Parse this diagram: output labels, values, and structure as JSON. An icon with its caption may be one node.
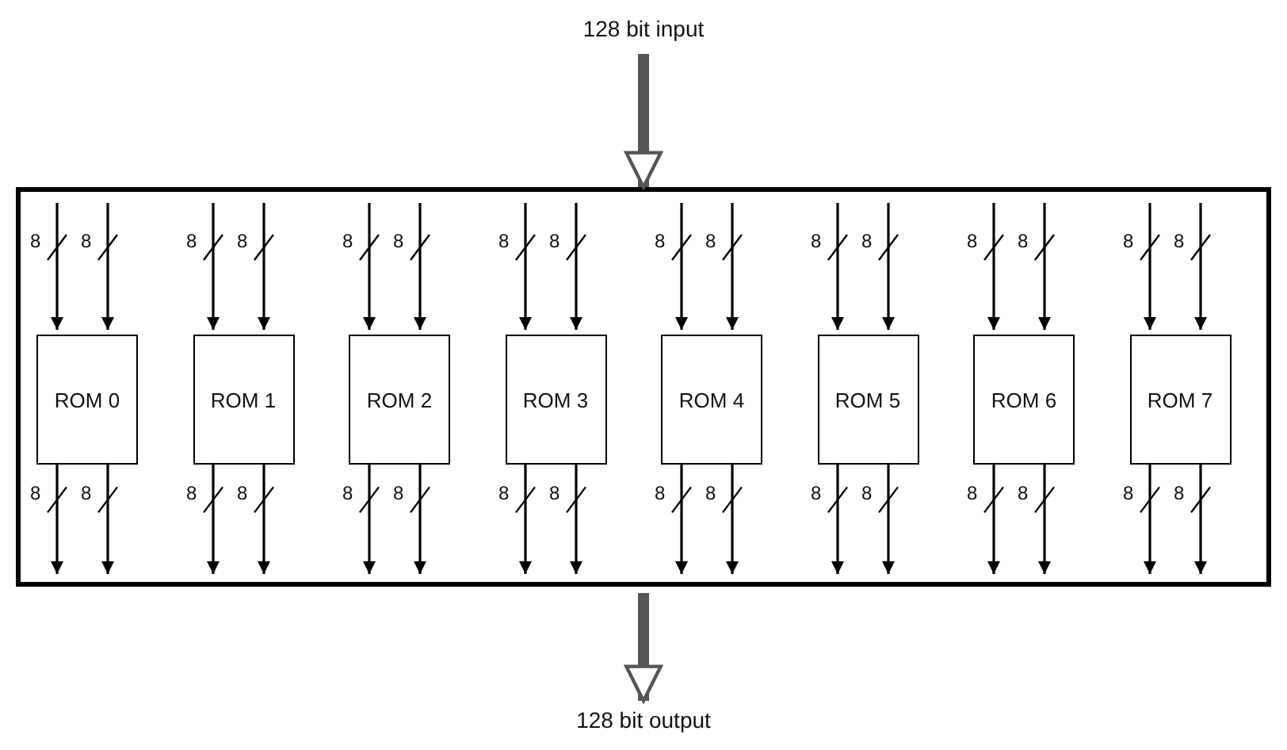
{
  "diagram": {
    "nodes": [
      {
        "text": [
          "128 bit input"
        ]
      },
      {
        "text": [],
        "shape": "box"
      },
      {
        "text": [
          "ROM 0"
        ],
        "in": 1
      },
      {
        "text": [
          "ROM 1"
        ],
        "in": 1
      },
      {
        "text": [
          "ROM 2"
        ],
        "in": 1
      },
      {
        "text": [
          "ROM 3"
        ],
        "in": 1
      },
      {
        "text": [
          "ROM 4"
        ],
        "in": 1
      },
      {
        "text": [
          "ROM 5"
        ],
        "in": 1
      },
      {
        "text": [
          "ROM 6"
        ],
        "in": 1
      },
      {
        "text": [
          "ROM 7"
        ],
        "in": 1
      },
      {
        "text": [
          "128 bit output"
        ]
      }
    ],
    "edges": [
      {
        "from": 0,
        "to": 1,
        "arrow": "to",
        "style": "thick"
      },
      {
        "from": null,
        "to": 2,
        "arrow": "to",
        "label": "8"
      },
      {
        "from": null,
        "to": 2,
        "arrow": "to",
        "label": "8"
      },
      {
        "from": null,
        "to": 3,
        "arrow": "to",
        "label": "8"
      },
      {
        "from": null,
        "to": 3,
        "arrow": "to",
        "label": "8"
      },
      {
        "from": null,
        "to": 4,
        "arrow": "to",
        "label": "8"
      },
      {
        "from": null,
        "to": 4,
        "arrow": "to",
        "label": "8"
      },
      {
        "from": null,
        "to": 5,
        "arrow": "to",
        "label": "8"
      },
      {
        "from": null,
        "to": 5,
        "arrow": "to",
        "label": "8"
      },
      {
        "from": null,
        "to": 6,
        "arrow": "to",
        "label": "8"
      },
      {
        "from": null,
        "to": 6,
        "arrow": "to",
        "label": "8"
      },
      {
        "from": null,
        "to": 7,
        "arrow": "to",
        "label": "8"
      },
      {
        "from": null,
        "to": 7,
        "arrow": "to",
        "label": "8"
      },
      {
        "from": null,
        "to": 8,
        "arrow": "to",
        "label": "8"
      },
      {
        "from": null,
        "to": 8,
        "arrow": "to",
        "label": "8"
      },
      {
        "from": null,
        "to": 9,
        "arrow": "to",
        "label": "8"
      },
      {
        "from": null,
        "to": 9,
        "arrow": "to",
        "label": "8"
      },
      {
        "from": 2,
        "to": null,
        "arrow": "to",
        "label": "8"
      },
      {
        "from": 2,
        "to": null,
        "arrow": "to",
        "label": "8"
      },
      {
        "from": 3,
        "to": null,
        "arrow": "to",
        "label": "8"
      },
      {
        "from": 3,
        "to": null,
        "arrow": "to",
        "label": "8"
      },
      {
        "from": 4,
        "to": null,
        "arrow": "to",
        "label": "8"
      },
      {
        "from": 4,
        "to": null,
        "arrow": "to",
        "label": "8"
      },
      {
        "from": 5,
        "to": null,
        "arrow": "to",
        "label": "8"
      },
      {
        "from": 5,
        "to": null,
        "arrow": "to",
        "label": "8"
      },
      {
        "from": 6,
        "to": null,
        "arrow": "to",
        "label": "8"
      },
      {
        "from": 6,
        "to": null,
        "arrow": "to",
        "label": "8"
      },
      {
        "from": 7,
        "to": null,
        "arrow": "to",
        "label": "8"
      },
      {
        "from": 7,
        "to": null,
        "arrow": "to",
        "label": "8"
      },
      {
        "from": 8,
        "to": null,
        "arrow": "to",
        "label": "8"
      },
      {
        "from": 8,
        "to": null,
        "arrow": "to",
        "label": "8"
      },
      {
        "from": 9,
        "to": null,
        "arrow": "to",
        "label": "8"
      },
      {
        "from": 9,
        "to": null,
        "arrow": "to",
        "label": "8"
      },
      {
        "from": 1,
        "to": 10,
        "arrow": "to",
        "style": "thick"
      }
    ]
  }
}
